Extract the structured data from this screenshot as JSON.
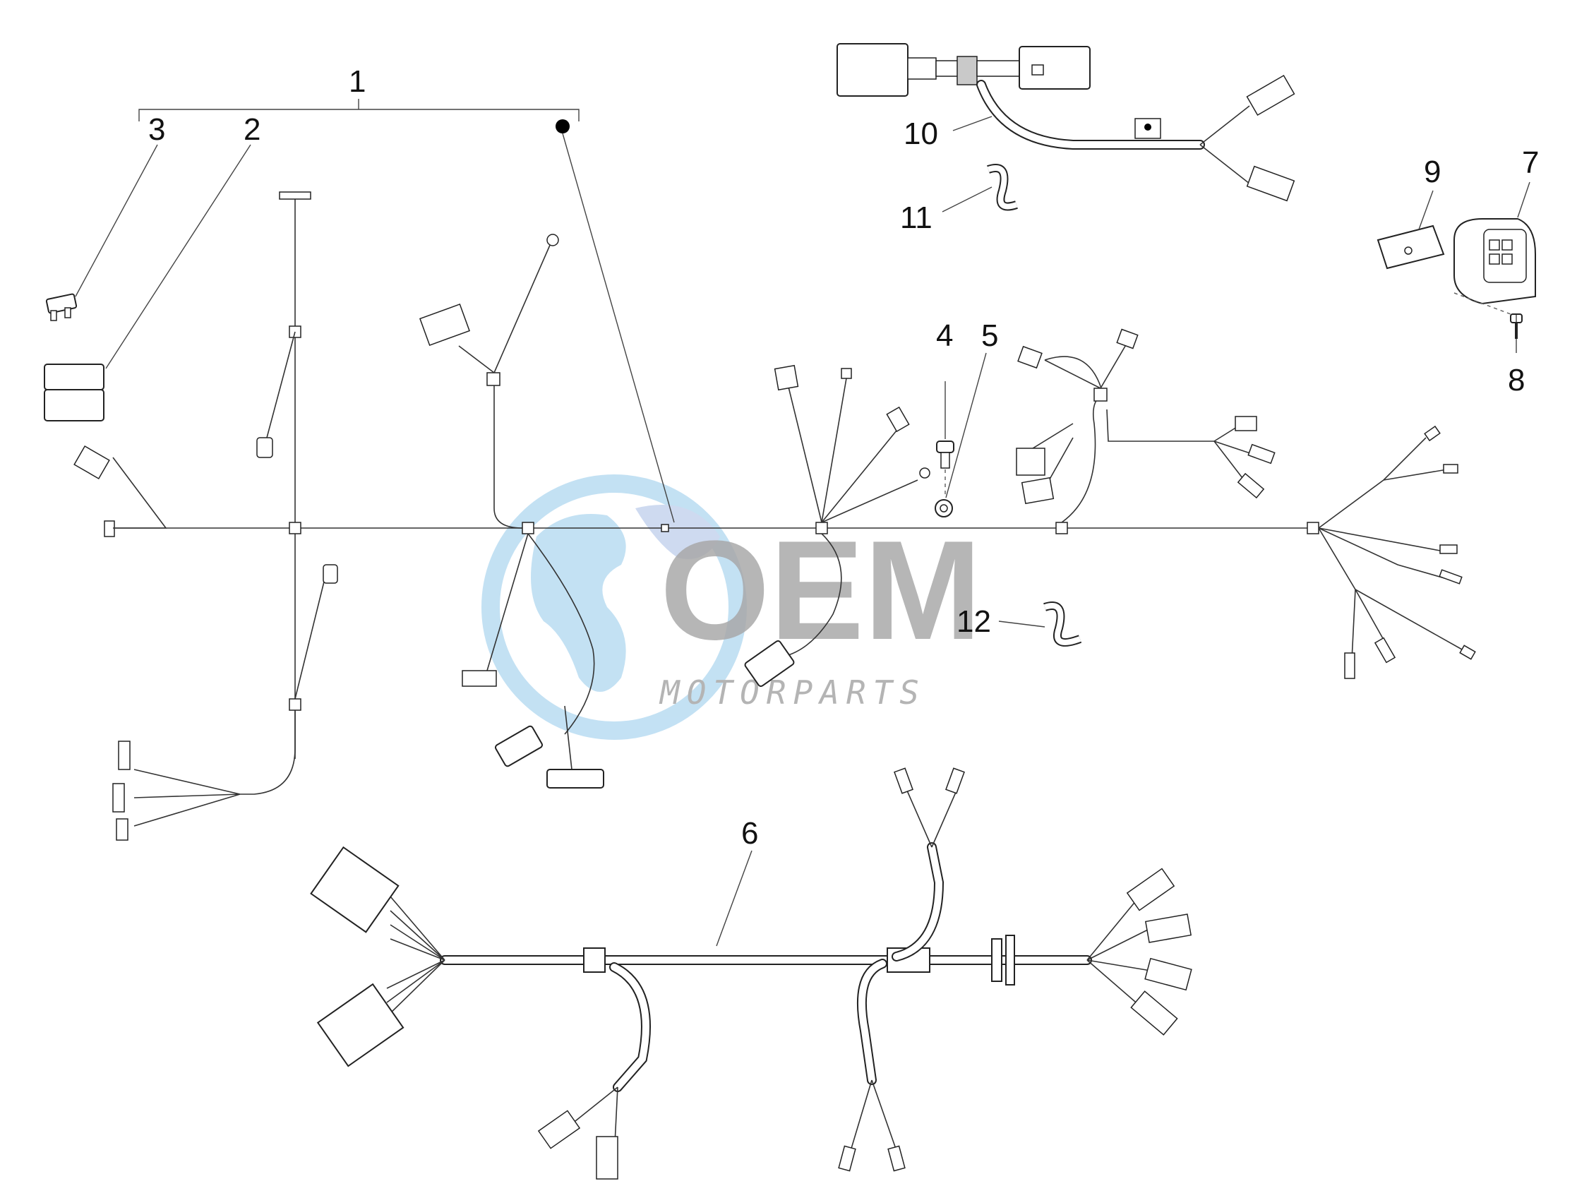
{
  "diagram": {
    "callouts": [
      "1",
      "2",
      "3",
      "4",
      "5",
      "6",
      "7",
      "8",
      "9",
      "10",
      "11",
      "12"
    ],
    "parts": [
      {
        "ref": "1",
        "name": "main wiring harness"
      },
      {
        "ref": "2",
        "name": "relay"
      },
      {
        "ref": "3",
        "name": "fuse"
      },
      {
        "ref": "4",
        "name": "screw"
      },
      {
        "ref": "5",
        "name": "nut"
      },
      {
        "ref": "6",
        "name": "rear wiring harness"
      },
      {
        "ref": "7",
        "name": "horn"
      },
      {
        "ref": "8",
        "name": "horn screw"
      },
      {
        "ref": "9",
        "name": "horn bracket"
      },
      {
        "ref": "10",
        "name": "adapter cable"
      },
      {
        "ref": "11",
        "name": "cable clip"
      },
      {
        "ref": "12",
        "name": "cable clip"
      }
    ]
  },
  "watermark": {
    "brand": "OEM",
    "subtitle": "MOTORPARTS",
    "colors": {
      "globe": "#b9dcf2",
      "letters": "#9a9a9a",
      "text": "#a8a8a8"
    }
  },
  "colors": {
    "line": "#222222",
    "background": "#ffffff"
  }
}
